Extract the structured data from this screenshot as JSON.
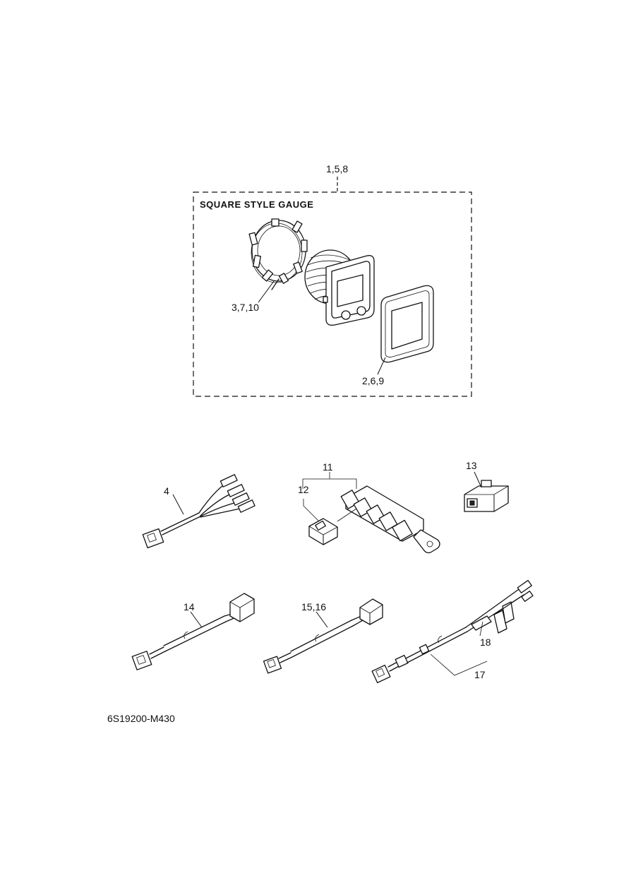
{
  "group": {
    "title": "SQUARE STYLE GAUGE",
    "ref": "1,5,8"
  },
  "callouts": {
    "ring": "3,7,10",
    "bezel": "2,6,9",
    "p4": "4",
    "p11": "11",
    "p12": "12",
    "p13": "13",
    "p14": "14",
    "p15_16": "15,16",
    "p17": "17",
    "p18": "18"
  },
  "drawing_code": "6S19200-M430"
}
